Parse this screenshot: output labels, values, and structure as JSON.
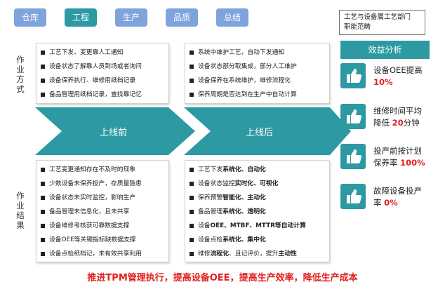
{
  "tabs": [
    {
      "label": "仓库",
      "active": false
    },
    {
      "label": "工程",
      "active": true
    },
    {
      "label": "生产",
      "active": false
    },
    {
      "label": "品质",
      "active": false
    },
    {
      "label": "总结",
      "active": false
    }
  ],
  "scope_note": {
    "line1": "工艺与设备属工艺部门",
    "line2": "职能范畴"
  },
  "row_labels": {
    "method": "作业方式",
    "result": "作业结果"
  },
  "stages": {
    "before": "上线前",
    "after": "上线后"
  },
  "before_method": [
    "工艺下发、变更靠人工通知",
    "设备状态了解靠人员到场或者询问",
    "设备保养执行、维修用纸档记录",
    "备品管理用纸档记录，查找靠记忆"
  ],
  "after_method": [
    "系统中维护工艺，自动下发通知",
    "设备状态部分取集成，部分人工维护",
    "设备保养在系统维护，维修流程化",
    "保养周期是否达到在生产中自动计算"
  ],
  "before_result": [
    "工艺变更通知存在不及时的现象",
    "少数设备未保养投产，存质量隐患",
    "设备状态未实时监控，影响生产",
    "备品管理未信息化，且未共享",
    "设备维修考核获可靠数据支撑",
    "设备OEE等关键指标缺数据支撑",
    "设备点检纸档记，未有效共享利用"
  ],
  "after_result": [
    {
      "plain": "工艺下发",
      "bold": "系统化、自动化",
      "tail": ""
    },
    {
      "plain": "设备状态监控",
      "bold": "实时化、可视化",
      "tail": ""
    },
    {
      "plain": "保养预警",
      "bold": "智能化、主动化",
      "tail": ""
    },
    {
      "plain": "备品管理",
      "bold": "系统化、透明化",
      "tail": ""
    },
    {
      "plain": "设备",
      "bold": "OEE、MTBF、MTTR",
      "tail": "等自动计算"
    },
    {
      "plain": "设备点检",
      "bold": "系统化、集中化",
      "tail": ""
    },
    {
      "plain": "维修",
      "bold": "流程化",
      "tail": "、且记评价，提升",
      "bold2": "主动性"
    }
  ],
  "benefit": {
    "heading": "效益分析",
    "items": [
      {
        "icon": "thumbs-up-icon",
        "line1": "设备OEE提高",
        "pct": "10%",
        "suffix": ""
      },
      {
        "icon": "thumbs-up-icon",
        "line1": "维修时间平均",
        "line2pre": "降低 ",
        "pct": "20",
        "suffix": "分钟"
      },
      {
        "icon": "thumbs-up-icon",
        "line1": "投产前按计划",
        "line2pre": "保养率 ",
        "pct": "100%",
        "suffix": ""
      },
      {
        "icon": "thumbs-up-icon",
        "line1": "故障设备投产",
        "line2pre": "率 ",
        "pct": "0%",
        "suffix": ""
      }
    ]
  },
  "footer": "推进TPM管理执行，提高设备OEE，提高生产效率，降低生产成本",
  "colors": {
    "teal": "#2d9aa3",
    "tab_blue": "#7fa3dc",
    "red": "#e02020"
  }
}
